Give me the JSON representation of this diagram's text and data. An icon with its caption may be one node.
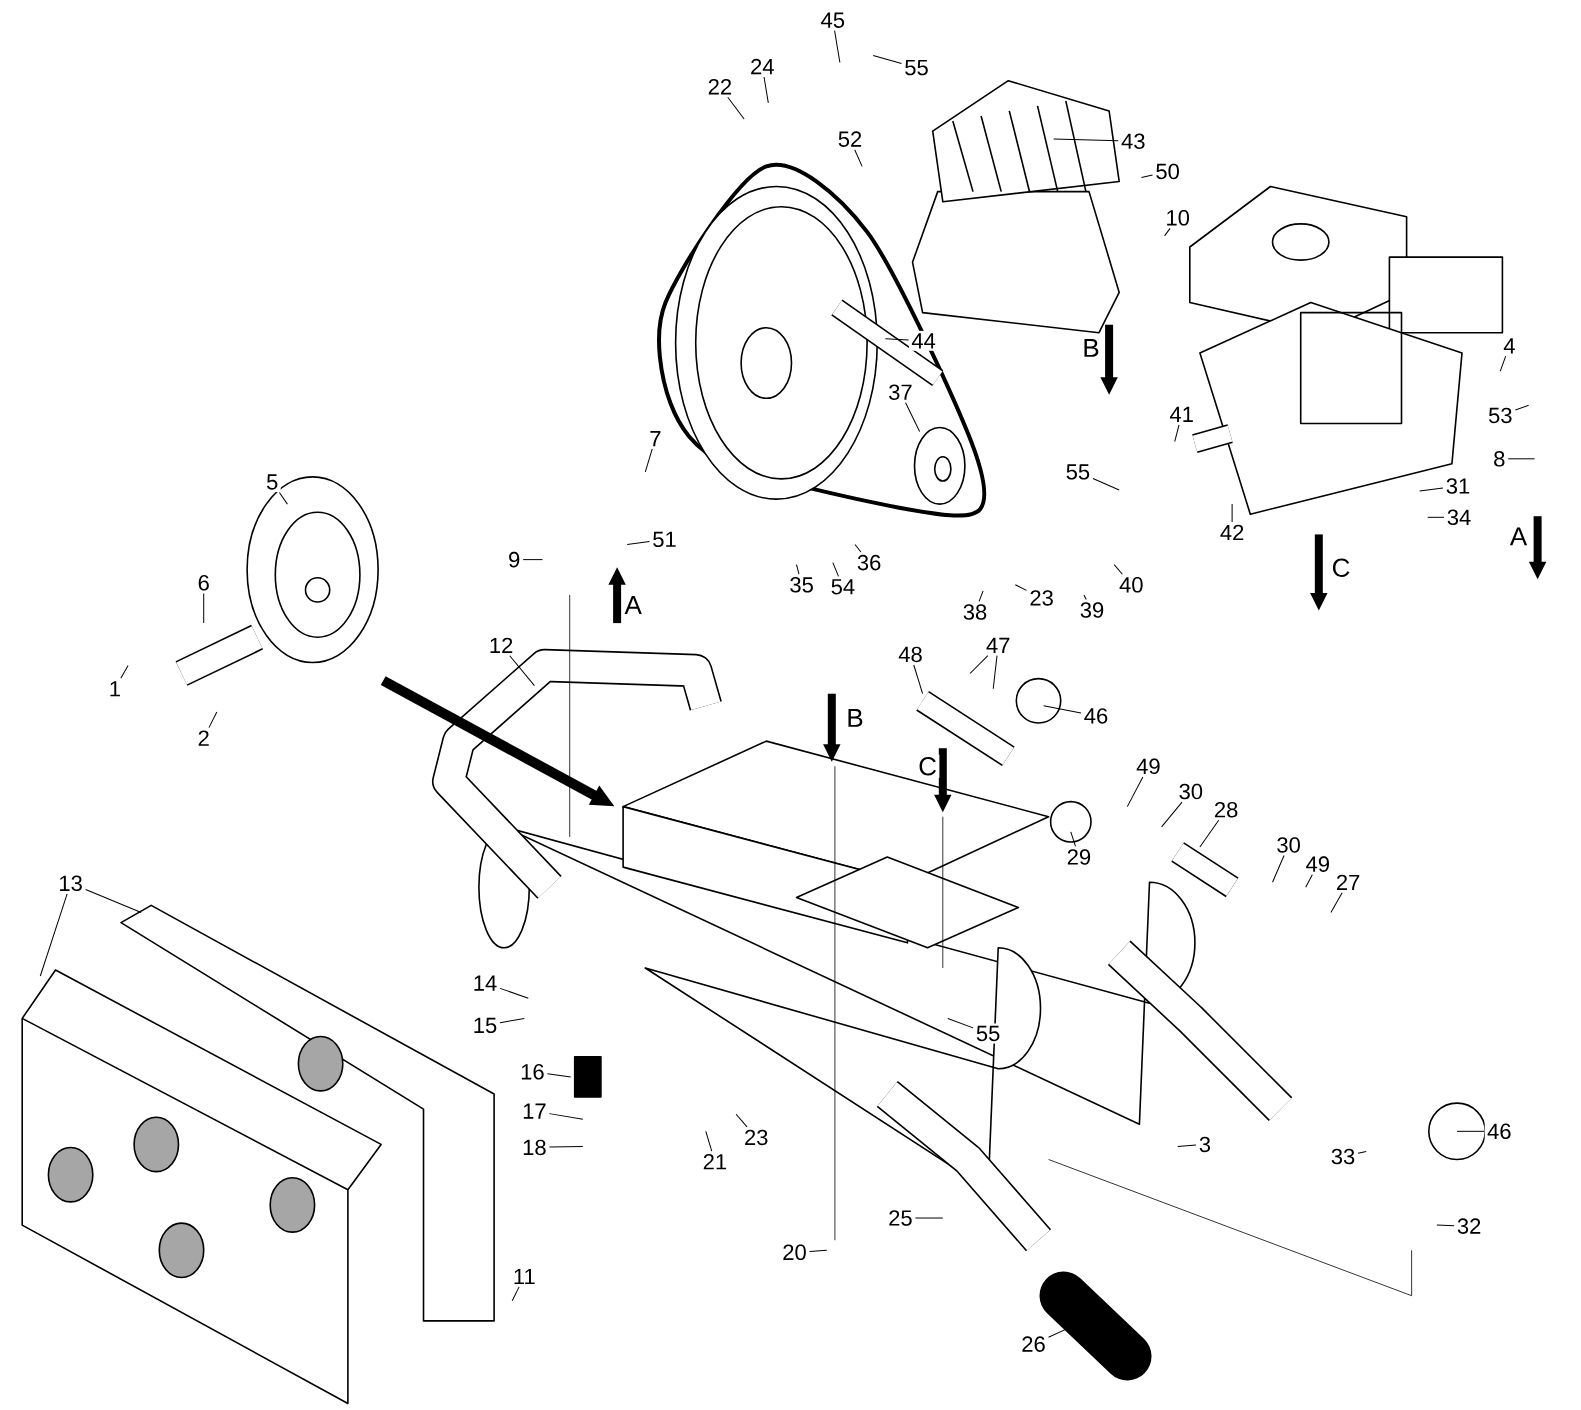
{
  "diagram": {
    "nodes": [
      {
        "text": [
          "45"
        ]
      },
      {
        "text": [
          "55"
        ]
      },
      {
        "text": [
          "24"
        ]
      },
      {
        "text": [
          "22"
        ]
      },
      {
        "text": [
          "43"
        ]
      },
      {
        "text": [
          "52"
        ]
      },
      {
        "text": [
          "50"
        ]
      },
      {
        "text": [
          "10"
        ]
      },
      {
        "text": [
          "44"
        ]
      },
      {
        "text": [
          "4"
        ]
      },
      {
        "text": [
          "37"
        ]
      },
      {
        "text": [
          "53"
        ]
      },
      {
        "text": [
          "41"
        ]
      },
      {
        "text": [
          "7"
        ]
      },
      {
        "text": [
          "8"
        ]
      },
      {
        "text": [
          "55"
        ]
      },
      {
        "text": [
          "5"
        ]
      },
      {
        "text": [
          "31"
        ]
      },
      {
        "text": [
          "34"
        ]
      },
      {
        "text": [
          "42"
        ]
      },
      {
        "text": [
          "51"
        ]
      },
      {
        "text": [
          "9"
        ]
      },
      {
        "text": [
          "36"
        ]
      },
      {
        "text": [
          "6"
        ]
      },
      {
        "text": [
          "35"
        ]
      },
      {
        "text": [
          "54"
        ]
      },
      {
        "text": [
          "40"
        ]
      },
      {
        "text": [
          "23"
        ]
      },
      {
        "text": [
          "38"
        ]
      },
      {
        "text": [
          "39"
        ]
      },
      {
        "text": [
          "12"
        ]
      },
      {
        "text": [
          "47"
        ]
      },
      {
        "text": [
          "48"
        ]
      },
      {
        "text": [
          "1"
        ]
      },
      {
        "text": [
          "46"
        ]
      },
      {
        "text": [
          "2"
        ]
      },
      {
        "text": [
          "49"
        ]
      },
      {
        "text": [
          "30"
        ]
      },
      {
        "text": [
          "28"
        ]
      },
      {
        "text": [
          "29"
        ]
      },
      {
        "text": [
          "30"
        ]
      },
      {
        "text": [
          "49"
        ]
      },
      {
        "text": [
          "27"
        ]
      },
      {
        "text": [
          "13"
        ]
      },
      {
        "text": [
          "14"
        ]
      },
      {
        "text": [
          "15"
        ]
      },
      {
        "text": [
          "55"
        ]
      },
      {
        "text": [
          "16"
        ]
      },
      {
        "text": [
          "17"
        ]
      },
      {
        "text": [
          "46"
        ]
      },
      {
        "text": [
          "3"
        ]
      },
      {
        "text": [
          "18"
        ]
      },
      {
        "text": [
          "23"
        ]
      },
      {
        "text": [
          "33"
        ]
      },
      {
        "text": [
          "21"
        ]
      },
      {
        "text": [
          "25"
        ]
      },
      {
        "text": [
          "32"
        ]
      },
      {
        "text": [
          "20"
        ]
      },
      {
        "text": [
          "11"
        ]
      },
      {
        "text": [
          "26"
        ]
      }
    ],
    "edges": [
      {
        "from": 0,
        "to": null,
        "arrow": "none"
      },
      {
        "from": 1,
        "to": null,
        "arrow": "none"
      },
      {
        "from": 2,
        "to": null,
        "arrow": "none"
      },
      {
        "from": 3,
        "to": null,
        "arrow": "none"
      },
      {
        "from": 4,
        "to": null,
        "arrow": "none"
      },
      {
        "from": 5,
        "to": null,
        "arrow": "none"
      },
      {
        "from": 6,
        "to": null,
        "arrow": "none"
      },
      {
        "from": 7,
        "to": null,
        "arrow": "none"
      },
      {
        "from": 8,
        "to": null,
        "arrow": "none"
      },
      {
        "from": 9,
        "to": null,
        "arrow": "none"
      },
      {
        "from": 10,
        "to": null,
        "arrow": "none"
      },
      {
        "from": 11,
        "to": null,
        "arrow": "none"
      },
      {
        "from": 12,
        "to": null,
        "arrow": "none"
      },
      {
        "from": 13,
        "to": null,
        "arrow": "none"
      },
      {
        "from": 14,
        "to": null,
        "arrow": "none"
      },
      {
        "from": 15,
        "to": null,
        "arrow": "none"
      },
      {
        "from": 16,
        "to": null,
        "arrow": "none"
      },
      {
        "from": 17,
        "to": null,
        "arrow": "none"
      },
      {
        "from": 18,
        "to": null,
        "arrow": "none"
      },
      {
        "from": 19,
        "to": null,
        "arrow": "none"
      },
      {
        "from": 20,
        "to": null,
        "arrow": "none"
      },
      {
        "from": 21,
        "to": null,
        "arrow": "none"
      },
      {
        "from": 22,
        "to": null,
        "arrow": "none"
      },
      {
        "from": 23,
        "to": null,
        "arrow": "none"
      },
      {
        "from": 24,
        "to": null,
        "arrow": "none"
      },
      {
        "from": 25,
        "to": null,
        "arrow": "none"
      },
      {
        "from": 26,
        "to": null,
        "arrow": "none"
      },
      {
        "from": 27,
        "to": null,
        "arrow": "none"
      },
      {
        "from": 28,
        "to": null,
        "arrow": "none"
      },
      {
        "from": 29,
        "to": null,
        "arrow": "none"
      },
      {
        "from": 30,
        "to": null,
        "arrow": "none"
      },
      {
        "from": 31,
        "to": null,
        "arrow": "none"
      },
      {
        "from": 31,
        "to": null,
        "arrow": "none"
      },
      {
        "from": 32,
        "to": null,
        "arrow": "none"
      },
      {
        "from": 33,
        "to": null,
        "arrow": "none"
      },
      {
        "from": 34,
        "to": null,
        "arrow": "none"
      },
      {
        "from": 35,
        "to": null,
        "arrow": "none"
      },
      {
        "from": 36,
        "to": null,
        "arrow": "none"
      },
      {
        "from": 37,
        "to": null,
        "arrow": "none"
      },
      {
        "from": 38,
        "to": null,
        "arrow": "none"
      },
      {
        "from": 39,
        "to": null,
        "arrow": "none"
      },
      {
        "from": 40,
        "to": null,
        "arrow": "none"
      },
      {
        "from": 41,
        "to": null,
        "arrow": "none"
      },
      {
        "from": 42,
        "to": null,
        "arrow": "none"
      },
      {
        "from": 43,
        "to": null,
        "arrow": "none"
      },
      {
        "from": 43,
        "to": null,
        "arrow": "none"
      },
      {
        "from": 44,
        "to": null,
        "arrow": "none"
      },
      {
        "from": 45,
        "to": null,
        "arrow": "none"
      },
      {
        "from": 46,
        "to": null,
        "arrow": "none"
      },
      {
        "from": 47,
        "to": null,
        "arrow": "none"
      },
      {
        "from": 48,
        "to": null,
        "arrow": "none"
      },
      {
        "from": 49,
        "to": null,
        "arrow": "none"
      },
      {
        "from": 50,
        "to": null,
        "arrow": "none"
      },
      {
        "from": 51,
        "to": null,
        "arrow": "none"
      },
      {
        "from": 52,
        "to": null,
        "arrow": "none"
      },
      {
        "from": 53,
        "to": null,
        "arrow": "none"
      },
      {
        "from": 54,
        "to": null,
        "arrow": "none"
      },
      {
        "from": 55,
        "to": null,
        "arrow": "none"
      },
      {
        "from": 56,
        "to": null,
        "arrow": "none"
      },
      {
        "from": 57,
        "to": null,
        "arrow": "none"
      },
      {
        "from": 58,
        "to": null,
        "arrow": "none"
      },
      {
        "from": 59,
        "to": null,
        "arrow": "none"
      }
    ],
    "labels": [
      "B",
      "A",
      "C",
      "A",
      "B",
      "C"
    ]
  }
}
